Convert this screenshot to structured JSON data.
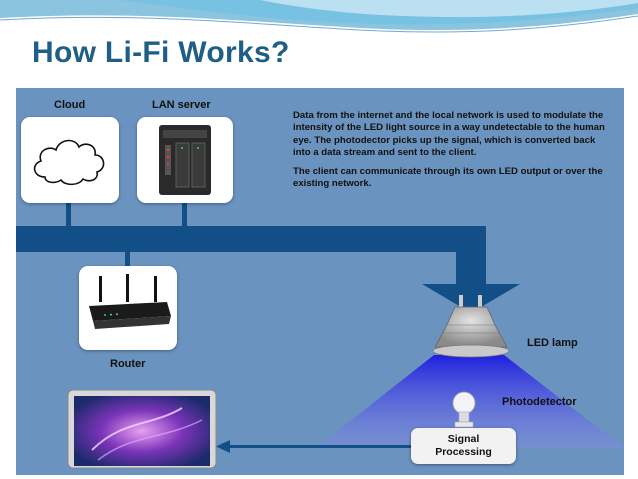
{
  "slide": {
    "title": "How Li-Fi Works?"
  },
  "diagram": {
    "cloud_label": "Cloud",
    "lan_label": "LAN server",
    "router_label": "Router",
    "led_label": "LED lamp",
    "photodetector_label": "Photodetector",
    "signal_line1": "Signal",
    "signal_line2": "Processing",
    "description_p1": "Data from the internet and the local network is used to modulate the intensity of the LED light source in a way undetectable to the human eye. The photodector picks up the signal, which is converted back into a data stream and sent to the client.",
    "description_p2": "The client can communicate through its own LED output or over the existing network."
  },
  "colors": {
    "title": "#1f5e86",
    "background": "#6a93bf",
    "bus": "#124f86",
    "light": "#3a3ad6"
  }
}
